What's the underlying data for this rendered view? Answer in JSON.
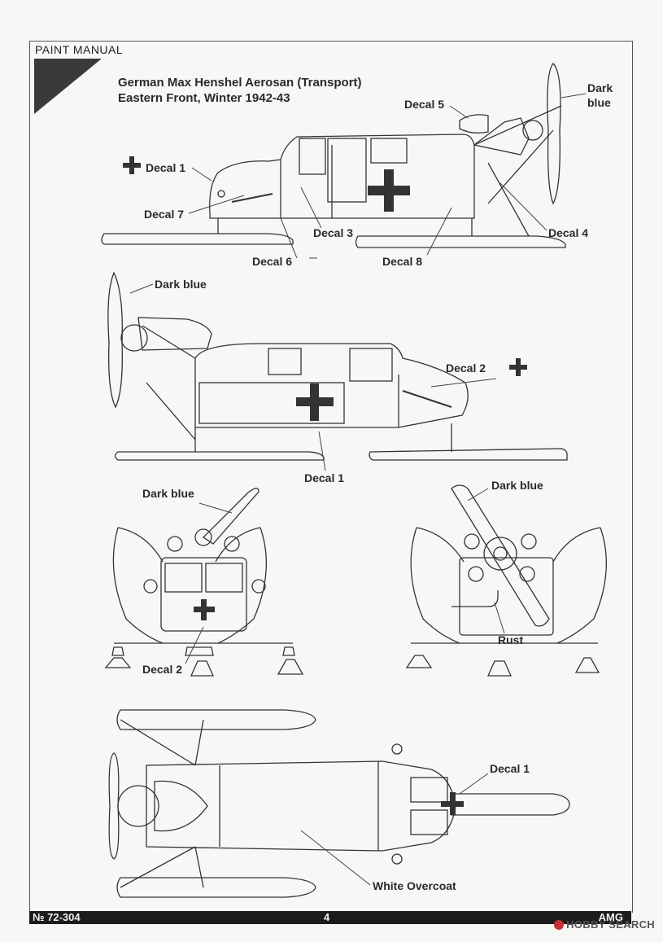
{
  "header": {
    "label": "PAINT MANUAL"
  },
  "title": {
    "line1": "German Max Henshel Aerosan (Transport)",
    "line2": "Eastern Front, Winter 1942-43"
  },
  "callouts": {
    "side_right": {
      "decal5": "Decal 5",
      "dark": "Dark",
      "blue": "blue",
      "decal1": "Decal 1",
      "decal7": "Decal 7",
      "decal3": "Decal 3",
      "decal4": "Decal 4",
      "decal6": "Decal 6",
      "decal8": "Decal 8"
    },
    "side_left": {
      "dark_blue": "Dark blue",
      "decal2": "Decal 2",
      "decal1": "Decal 1"
    },
    "front": {
      "dark_blue": "Dark blue",
      "decal2": "Decal 2"
    },
    "rear": {
      "dark_blue": "Dark blue",
      "rust": "Rust"
    },
    "top": {
      "decal1": "Decal 1",
      "white_overcoat": "White Overcoat"
    }
  },
  "footer": {
    "code": "№ 72-304",
    "page": "4",
    "brand": "AMG"
  },
  "watermark": {
    "text": "HOBBY SEARCH"
  }
}
